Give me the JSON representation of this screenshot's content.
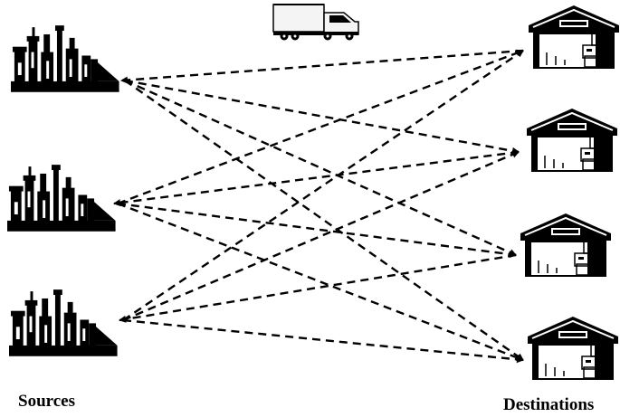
{
  "labels": {
    "sources": "Sources",
    "destinations": "Destinations"
  },
  "icons": {
    "source": "factory-icon",
    "destination": "warehouse-icon",
    "transport": "truck-icon"
  },
  "sources": [
    "source-1",
    "source-2",
    "source-3"
  ],
  "destinations": [
    "destination-1",
    "destination-2",
    "destination-3",
    "destination-4"
  ],
  "links": [
    {
      "from": 0,
      "to": 0,
      "dir": "to-source"
    },
    {
      "from": 0,
      "to": 1,
      "dir": "to-destination"
    },
    {
      "from": 0,
      "to": 2,
      "dir": "to-destination"
    },
    {
      "from": 0,
      "to": 3,
      "dir": "to-destination"
    },
    {
      "from": 1,
      "to": 0,
      "dir": "to-destination"
    },
    {
      "from": 1,
      "to": 1,
      "dir": "to-source"
    },
    {
      "from": 1,
      "to": 2,
      "dir": "to-destination"
    },
    {
      "from": 1,
      "to": 3,
      "dir": "to-destination"
    },
    {
      "from": 2,
      "to": 0,
      "dir": "to-destination"
    },
    {
      "from": 2,
      "to": 1,
      "dir": "to-destination"
    },
    {
      "from": 2,
      "to": 2,
      "dir": "to-source"
    },
    {
      "from": 2,
      "to": 3,
      "dir": "to-destination"
    }
  ],
  "colors": {
    "ink": "#000000",
    "background": "#ffffff",
    "truck_body": "#f4f4f4"
  }
}
